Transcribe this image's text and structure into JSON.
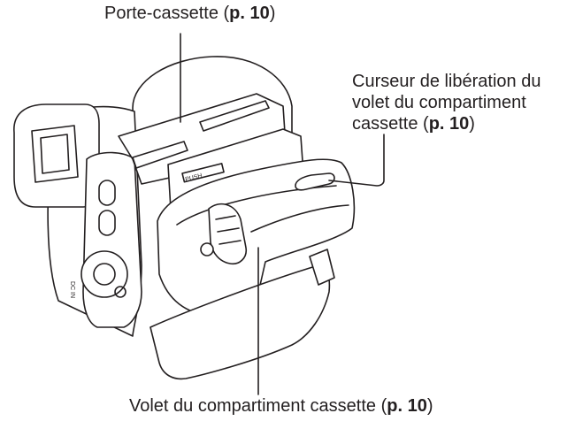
{
  "labels": {
    "tray": {
      "text": "Porte-cassette (",
      "ref": "p. 10",
      "close": ")"
    },
    "release": {
      "line1": "Curseur de libération du",
      "line2": "volet du compartiment",
      "line3_text": "cassette (",
      "ref": "p. 10",
      "close": ")"
    },
    "cover": {
      "text": "Volet du compartiment cassette (",
      "ref": "p. 10",
      "close": ")"
    }
  },
  "device": {
    "push_label": "PUSH",
    "dc_in_label": "DC IN"
  }
}
